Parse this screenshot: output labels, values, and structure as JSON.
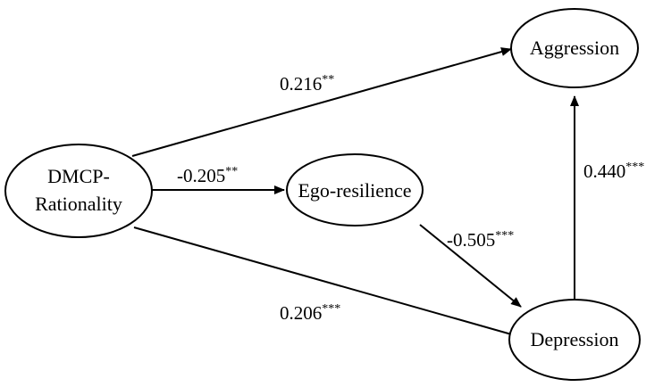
{
  "nodes": {
    "dmcp": {
      "line1": "DMCP-",
      "line2": "Rationality"
    },
    "ego": {
      "label": "Ego-resilience"
    },
    "aggression": {
      "label": "Aggression"
    },
    "depression": {
      "label": "Depression"
    }
  },
  "paths": {
    "dmcp_aggression": {
      "value": "0.216",
      "sig": "**"
    },
    "dmcp_ego": {
      "value": "-0.205",
      "sig": "**"
    },
    "ego_depression": {
      "value": "-0.505",
      "sig": "***"
    },
    "dmcp_depression": {
      "value": "0.206",
      "sig": "***"
    },
    "depression_aggression": {
      "value": "0.440",
      "sig": "***"
    }
  }
}
